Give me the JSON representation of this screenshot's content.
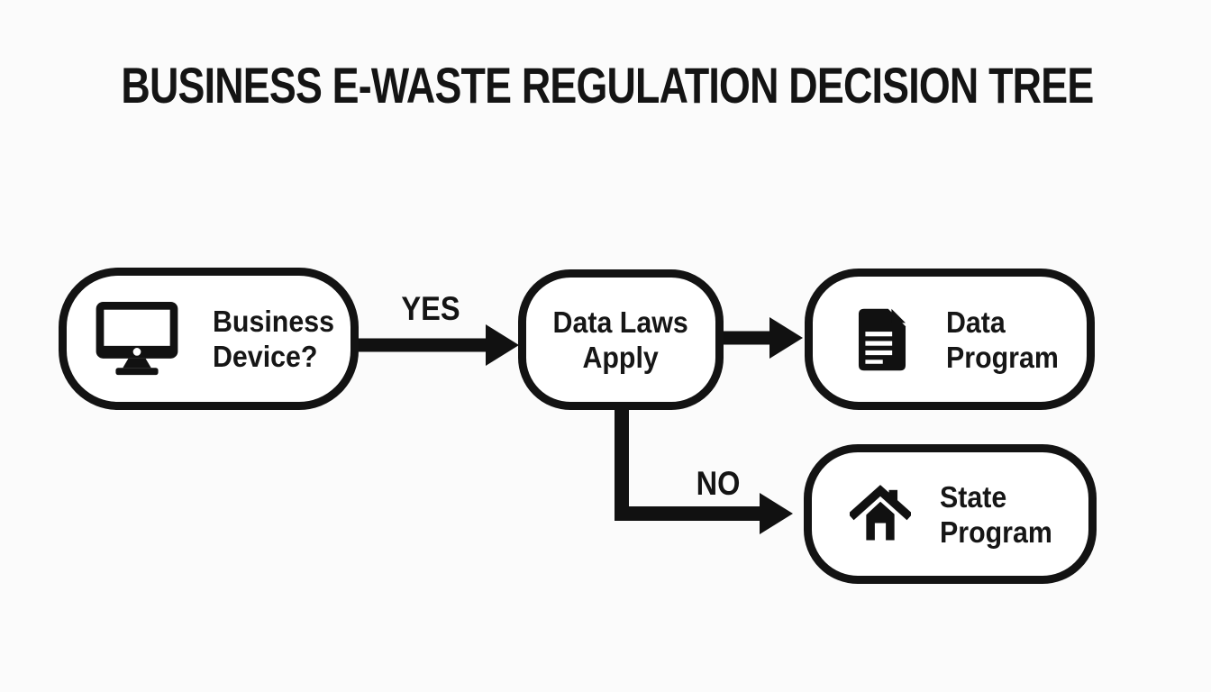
{
  "title": "BUSINESS E-WASTE REGULATION DECISION TREE",
  "colors": {
    "background": "#fbfbfb",
    "ink": "#141414",
    "box_fill": "#ffffff",
    "box_border": "#131313"
  },
  "nodes": [
    {
      "id": "business-device",
      "icon": "monitor-icon",
      "label": "Business\nDevice?"
    },
    {
      "id": "data-laws",
      "icon": "",
      "label": "Data Laws\nApply"
    },
    {
      "id": "data-program",
      "icon": "document-icon",
      "label": "Data\nProgram"
    },
    {
      "id": "state-program",
      "icon": "house-icon",
      "label": "State\nProgram"
    }
  ],
  "edges": [
    {
      "from": "business-device",
      "to": "data-program status",
      "label": "YES"
    },
    {
      "from": "data-laws",
      "to": "data-program",
      "label": ""
    },
    {
      "from": "data-laws",
      "to": "state-program",
      "label": "NO"
    }
  ]
}
